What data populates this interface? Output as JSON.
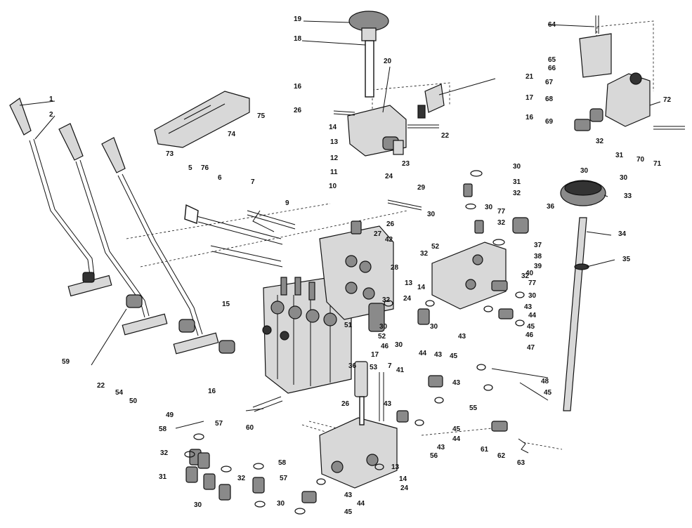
{
  "callouts": [
    {
      "id": "c1",
      "text": "1"
    },
    {
      "id": "c2",
      "text": "2"
    },
    {
      "id": "c5",
      "text": "5"
    },
    {
      "id": "c6",
      "text": "6"
    },
    {
      "id": "c7a",
      "text": "7"
    },
    {
      "id": "c7b",
      "text": "7"
    },
    {
      "id": "c9",
      "text": "9"
    },
    {
      "id": "c10",
      "text": "10"
    },
    {
      "id": "c11",
      "text": "11"
    },
    {
      "id": "c12",
      "text": "12"
    },
    {
      "id": "c13a",
      "text": "13"
    },
    {
      "id": "c13b",
      "text": "13"
    },
    {
      "id": "c13c",
      "text": "13"
    },
    {
      "id": "c14a",
      "text": "14"
    },
    {
      "id": "c14b",
      "text": "14"
    },
    {
      "id": "c14c",
      "text": "14"
    },
    {
      "id": "c15",
      "text": "15"
    },
    {
      "id": "c16a",
      "text": "16"
    },
    {
      "id": "c16b",
      "text": "16"
    },
    {
      "id": "c16c",
      "text": "16"
    },
    {
      "id": "c17a",
      "text": "17"
    },
    {
      "id": "c17b",
      "text": "17"
    },
    {
      "id": "c18",
      "text": "18"
    },
    {
      "id": "c19",
      "text": "19"
    },
    {
      "id": "c20",
      "text": "20"
    },
    {
      "id": "c21",
      "text": "21"
    },
    {
      "id": "c22a",
      "text": "22"
    },
    {
      "id": "c22b",
      "text": "22"
    },
    {
      "id": "c23",
      "text": "23"
    },
    {
      "id": "c24a",
      "text": "24"
    },
    {
      "id": "c24b",
      "text": "24"
    },
    {
      "id": "c24c",
      "text": "24"
    },
    {
      "id": "c26a",
      "text": "26"
    },
    {
      "id": "c26b",
      "text": "26"
    },
    {
      "id": "c26c",
      "text": "26"
    },
    {
      "id": "c27",
      "text": "27"
    },
    {
      "id": "c28",
      "text": "28"
    },
    {
      "id": "c29",
      "text": "29"
    },
    {
      "id": "c30a",
      "text": "30"
    },
    {
      "id": "c30b",
      "text": "30"
    },
    {
      "id": "c30c",
      "text": "30"
    },
    {
      "id": "c30d",
      "text": "30"
    },
    {
      "id": "c30e",
      "text": "30"
    },
    {
      "id": "c30f",
      "text": "30"
    },
    {
      "id": "c30g",
      "text": "30"
    },
    {
      "id": "c30h",
      "text": "30"
    },
    {
      "id": "c30i",
      "text": "30"
    },
    {
      "id": "c30j",
      "text": "30"
    },
    {
      "id": "c30k",
      "text": "30"
    },
    {
      "id": "c31a",
      "text": "31"
    },
    {
      "id": "c31b",
      "text": "31"
    },
    {
      "id": "c31c",
      "text": "31"
    },
    {
      "id": "c32a",
      "text": "32"
    },
    {
      "id": "c32b",
      "text": "32"
    },
    {
      "id": "c32c",
      "text": "32"
    },
    {
      "id": "c32d",
      "text": "32"
    },
    {
      "id": "c32e",
      "text": "32"
    },
    {
      "id": "c32f",
      "text": "32"
    },
    {
      "id": "c32g",
      "text": "32"
    },
    {
      "id": "c32h",
      "text": "32"
    },
    {
      "id": "c33",
      "text": "33"
    },
    {
      "id": "c34",
      "text": "34"
    },
    {
      "id": "c35",
      "text": "35"
    },
    {
      "id": "c36a",
      "text": "36"
    },
    {
      "id": "c36b",
      "text": "36"
    },
    {
      "id": "c37",
      "text": "37"
    },
    {
      "id": "c38",
      "text": "38"
    },
    {
      "id": "c39",
      "text": "39"
    },
    {
      "id": "c40",
      "text": "40"
    },
    {
      "id": "c41",
      "text": "41"
    },
    {
      "id": "c42",
      "text": "42"
    },
    {
      "id": "c43a",
      "text": "43"
    },
    {
      "id": "c43b",
      "text": "43"
    },
    {
      "id": "c43c",
      "text": "43"
    },
    {
      "id": "c43d",
      "text": "43"
    },
    {
      "id": "c43e",
      "text": "43"
    },
    {
      "id": "c43f",
      "text": "43"
    },
    {
      "id": "c43g",
      "text": "43"
    },
    {
      "id": "c44a",
      "text": "44"
    },
    {
      "id": "c44b",
      "text": "44"
    },
    {
      "id": "c44c",
      "text": "44"
    },
    {
      "id": "c44d",
      "text": "44"
    },
    {
      "id": "c45a",
      "text": "45"
    },
    {
      "id": "c45b",
      "text": "45"
    },
    {
      "id": "c45c",
      "text": "45"
    },
    {
      "id": "c45d",
      "text": "45"
    },
    {
      "id": "c45e",
      "text": "45"
    },
    {
      "id": "c46a",
      "text": "46"
    },
    {
      "id": "c46b",
      "text": "46"
    },
    {
      "id": "c47",
      "text": "47"
    },
    {
      "id": "c48",
      "text": "48"
    },
    {
      "id": "c49",
      "text": "49"
    },
    {
      "id": "c50",
      "text": "50"
    },
    {
      "id": "c51",
      "text": "51"
    },
    {
      "id": "c52a",
      "text": "52"
    },
    {
      "id": "c52b",
      "text": "52"
    },
    {
      "id": "c53",
      "text": "53"
    },
    {
      "id": "c54",
      "text": "54"
    },
    {
      "id": "c55",
      "text": "55"
    },
    {
      "id": "c56",
      "text": "56"
    },
    {
      "id": "c57a",
      "text": "57"
    },
    {
      "id": "c57b",
      "text": "57"
    },
    {
      "id": "c58a",
      "text": "58"
    },
    {
      "id": "c58b",
      "text": "58"
    },
    {
      "id": "c59",
      "text": "59"
    },
    {
      "id": "c60",
      "text": "60"
    },
    {
      "id": "c61",
      "text": "61"
    },
    {
      "id": "c62",
      "text": "62"
    },
    {
      "id": "c63",
      "text": "63"
    },
    {
      "id": "c64",
      "text": "64"
    },
    {
      "id": "c65",
      "text": "65"
    },
    {
      "id": "c66",
      "text": "66"
    },
    {
      "id": "c67",
      "text": "67"
    },
    {
      "id": "c68",
      "text": "68"
    },
    {
      "id": "c69",
      "text": "69"
    },
    {
      "id": "c70",
      "text": "70"
    },
    {
      "id": "c71",
      "text": "71"
    },
    {
      "id": "c72",
      "text": "72"
    },
    {
      "id": "c73",
      "text": "73"
    },
    {
      "id": "c74",
      "text": "74"
    },
    {
      "id": "c75",
      "text": "75"
    },
    {
      "id": "c76",
      "text": "76"
    },
    {
      "id": "c77a",
      "text": "77"
    },
    {
      "id": "c77b",
      "text": "77"
    }
  ]
}
